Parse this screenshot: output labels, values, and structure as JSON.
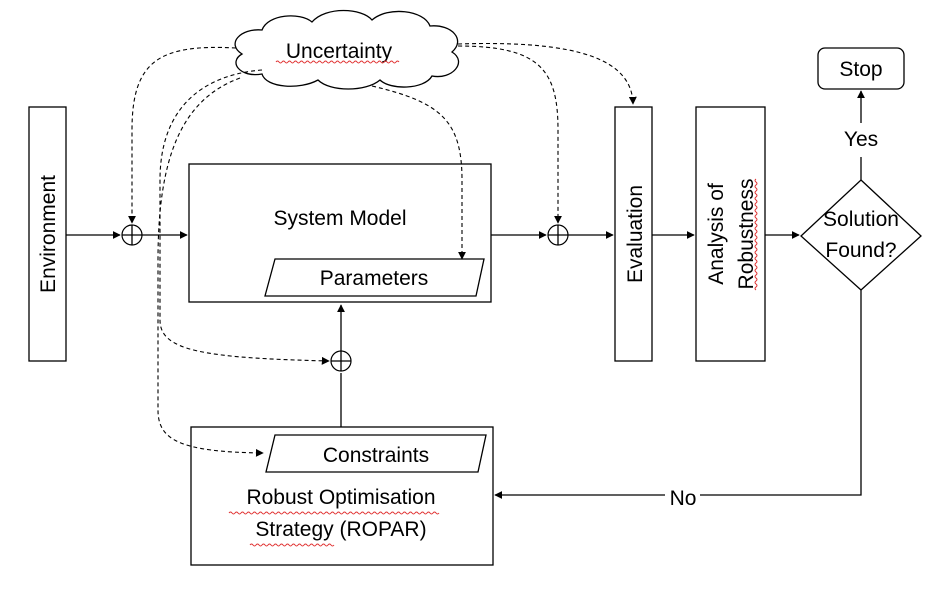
{
  "diagram": {
    "uncertainty": "Uncertainty",
    "environment": "Environment",
    "system_model": "System Model",
    "parameters": "Parameters",
    "evaluation": "Evaluation",
    "analysis_line1": "Analysis of",
    "analysis_line2": "Robustness",
    "decision_line1": "Solution",
    "decision_line2": "Found?",
    "stop": "Stop",
    "yes": "Yes",
    "no": "No",
    "constraints": "Constraints",
    "strategy_line1": "Robust  Optimisation",
    "strategy_line2": "Strategy (ROPAR)"
  }
}
